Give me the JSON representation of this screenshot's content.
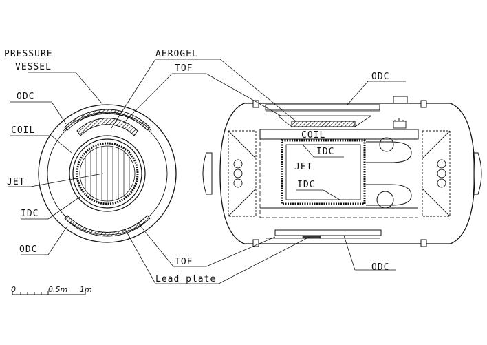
{
  "labels": {
    "pressure": "PRESSURE",
    "vessel": "VESSEL",
    "aerogel": "AEROGEL",
    "tof_top": "TOF",
    "odc_left_top": "ODC",
    "odc_right_top": "ODC",
    "coil_left": "COIL",
    "coil_right": "COIL",
    "jet_left": "JET",
    "jet_right": "JET",
    "idc_left": "IDC",
    "idc_right_top": "IDC",
    "idc_right_bottom": "IDC",
    "odc_left_bottom": "ODC",
    "tof_bottom": "TOF",
    "odc_right_bottom": "ODC",
    "lead_plate": "Lead plate"
  },
  "scale_bar": {
    "zero": "0",
    "half": "0.5m",
    "one": "1m"
  }
}
